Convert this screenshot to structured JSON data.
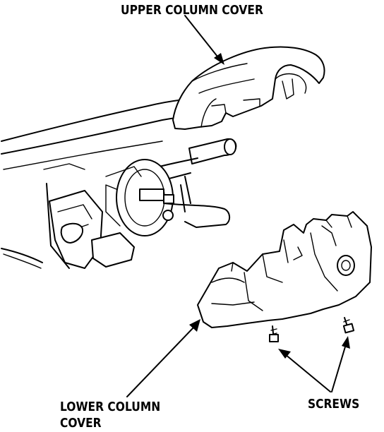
{
  "labels": {
    "upper_cover": "UPPER COLUMN COVER",
    "lower_cover_line1": "LOWER COLUMN",
    "lower_cover_line2": "COVER",
    "screws": "SCREWS"
  }
}
